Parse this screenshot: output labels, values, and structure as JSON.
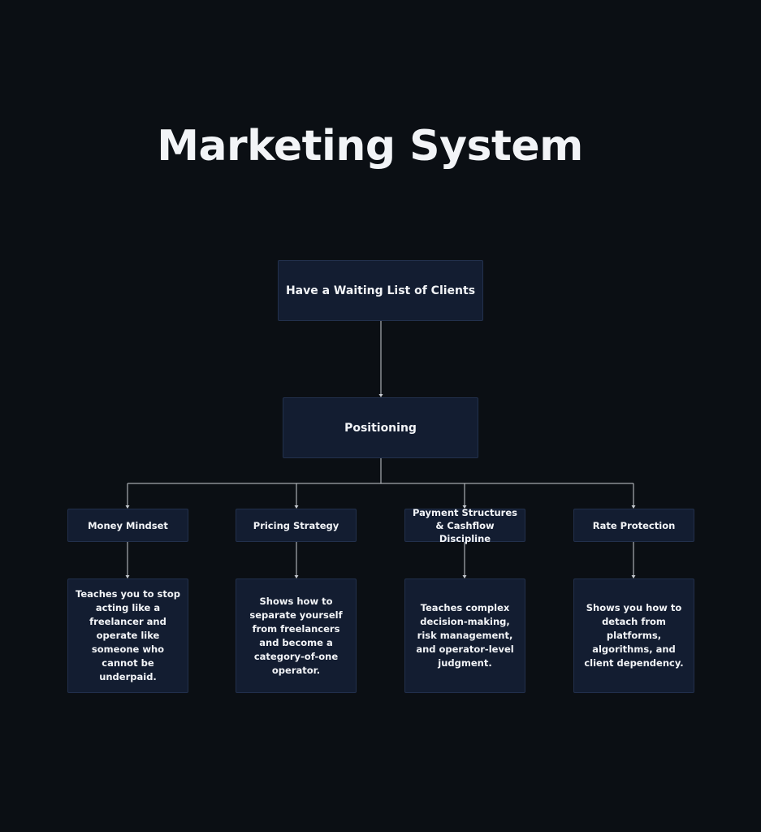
{
  "title": "Marketing System",
  "root": {
    "label": "Have a Waiting List of Clients"
  },
  "middle": {
    "label": "Positioning"
  },
  "branches": [
    {
      "label": "Money Mindset",
      "description": "Teaches you to stop acting like a freelancer and operate like someone who cannot be underpaid."
    },
    {
      "label": "Pricing Strategy",
      "description": "Shows how to separate yourself from freelancers and become a category-of-one operator."
    },
    {
      "label": "Payment Structures & Cashflow Discipline",
      "description": "Teaches complex decision-making, risk management, and operator-level judgment."
    },
    {
      "label": "Rate Protection",
      "description": "Shows you how to detach from platforms, algorithms, and client dependency."
    }
  ],
  "colors": {
    "background": "#0b0f14",
    "node": "#131d31",
    "border": "#22304c",
    "connector": "#c8ccd2"
  }
}
